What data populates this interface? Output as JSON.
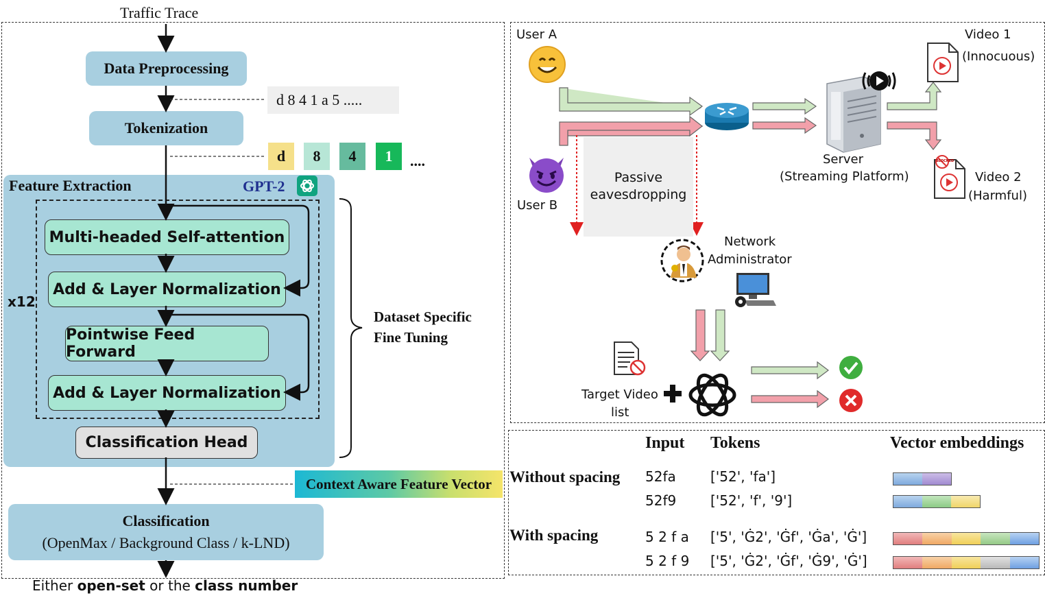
{
  "left": {
    "traffic_trace": "Traffic Trace",
    "data_preprocessing": "Data Preprocessing",
    "tokenization": "Tokenization",
    "sample_string": "d 8 4 1 a 5 .....",
    "tokens": [
      "d",
      "8",
      "4",
      "1"
    ],
    "token_colors": [
      "#f5e08a",
      "#b7e6d6",
      "#66bb9e",
      "#17b85a"
    ],
    "token_ellipsis": "....",
    "feature_extraction": "Feature Extraction",
    "gpt2": "GPT-2",
    "multi_head": "Multi-headed Self-attention",
    "add_norm_1": "Add & Layer Normalization",
    "feed_forward": "Pointwise Feed Forward",
    "add_norm_2": "Add & Layer Normalization",
    "x12": "x12",
    "classification_head": "Classification Head",
    "fine_tuning_line1": "Dataset Specific",
    "fine_tuning_line2": "Fine Tuning",
    "context_vector": "Context Aware Feature Vector",
    "classification_title": "Classification",
    "classification_sub": "(OpenMax / Background Class / k-LND)",
    "output_prefix": "Either ",
    "output_bold1": "open-set",
    "output_mid": " or the ",
    "output_bold2": "class number"
  },
  "network": {
    "user_a": "User A",
    "user_b": "User B",
    "passive_line1": "Passive",
    "passive_line2": "eavesdropping",
    "server_line1": "Server",
    "server_line2": "(Streaming Platform)",
    "video1_line1": "Video 1",
    "video1_line2": "(Innocuous)",
    "video2_line1": "Video 2",
    "video2_line2": "(Harmful)",
    "admin_line1": "Network",
    "admin_line2": "Administrator",
    "target_line1": "Target Video",
    "target_line2": "list",
    "blocked_tag": "BLOCKED"
  },
  "table": {
    "headers": [
      "Input",
      "Tokens",
      "Vector embeddings"
    ],
    "groups": [
      {
        "label": "Without spacing",
        "rows": [
          {
            "input": "52fa",
            "tokens": "['52', 'fa']"
          },
          {
            "input": "52f9",
            "tokens": "['52', 'f', '9']"
          }
        ]
      },
      {
        "label": "With spacing",
        "rows": [
          {
            "input": "5 2 f a",
            "tokens": "['5', 'Ġ2', 'Ġf', 'Ġa', 'Ġ']"
          },
          {
            "input": "5 2 f 9",
            "tokens": "['5', 'Ġ2', 'Ġf', 'Ġ9', 'Ġ']"
          }
        ]
      }
    ],
    "embedding_colors": [
      "#8fb8e0",
      "#b49fd6",
      "#9ed39a",
      "#f3dc7e",
      "#e88d8d",
      "#f3b578",
      "#f5d96f",
      "#a9d59b",
      "#c8c8c8",
      "#7faee6"
    ]
  }
}
